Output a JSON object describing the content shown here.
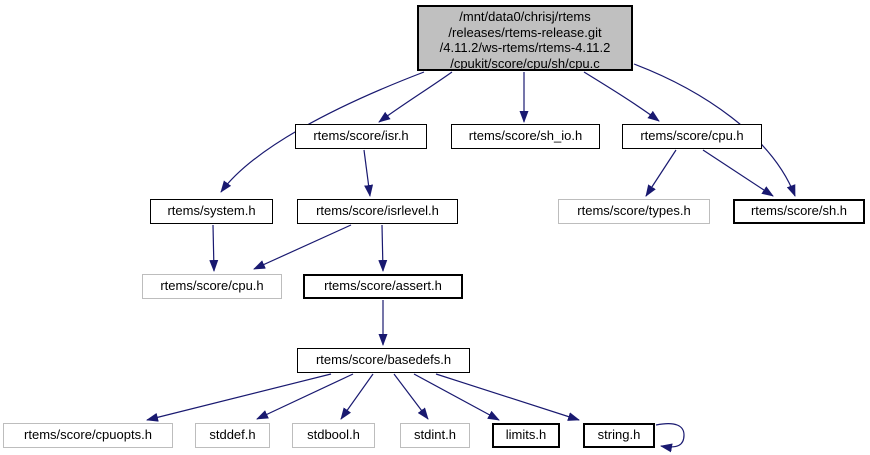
{
  "diagram": {
    "kind": "include-dependency-graph",
    "tool_style": "doxygen-graphviz"
  },
  "colors": {
    "background": "#ffffff",
    "edge": "#191970",
    "root_fill": "#c0c0c0",
    "node_border": "#000000",
    "external_node_border": "#bdbdbd",
    "text": "#000000"
  },
  "nodes": [
    {
      "id": "root",
      "label": "/mnt/data0/chrisj/rtems\n/releases/rtems-release.git\n/4.11.2/ws-rtems/rtems-4.11.2\n/cpukit/score/cpu/sh/cpu.c",
      "kind": "root"
    },
    {
      "id": "isr",
      "label": "rtems/score/isr.h",
      "kind": "internal"
    },
    {
      "id": "sh_io",
      "label": "rtems/score/sh_io.h",
      "kind": "internal"
    },
    {
      "id": "cpu_top",
      "label": "rtems/score/cpu.h",
      "kind": "internal"
    },
    {
      "id": "system",
      "label": "rtems/system.h",
      "kind": "internal"
    },
    {
      "id": "isrlevel",
      "label": "rtems/score/isrlevel.h",
      "kind": "internal"
    },
    {
      "id": "types",
      "label": "rtems/score/types.h",
      "kind": "external"
    },
    {
      "id": "sh",
      "label": "rtems/score/sh.h",
      "kind": "internal"
    },
    {
      "id": "cpu2",
      "label": "rtems/score/cpu.h",
      "kind": "external"
    },
    {
      "id": "assert",
      "label": "rtems/score/assert.h",
      "kind": "internal"
    },
    {
      "id": "basedefs",
      "label": "rtems/score/basedefs.h",
      "kind": "internal"
    },
    {
      "id": "cpuopts",
      "label": "rtems/score/cpuopts.h",
      "kind": "external"
    },
    {
      "id": "stddef",
      "label": "stddef.h",
      "kind": "external"
    },
    {
      "id": "stdbool",
      "label": "stdbool.h",
      "kind": "external"
    },
    {
      "id": "stdint",
      "label": "stdint.h",
      "kind": "external"
    },
    {
      "id": "limits",
      "label": "limits.h",
      "kind": "internal"
    },
    {
      "id": "string",
      "label": "string.h",
      "kind": "internal"
    }
  ],
  "edges": [
    {
      "from": "root",
      "to": "system"
    },
    {
      "from": "root",
      "to": "isr"
    },
    {
      "from": "root",
      "to": "sh_io"
    },
    {
      "from": "root",
      "to": "cpu_top"
    },
    {
      "from": "root",
      "to": "sh"
    },
    {
      "from": "isr",
      "to": "isrlevel"
    },
    {
      "from": "cpu_top",
      "to": "types"
    },
    {
      "from": "cpu_top",
      "to": "sh"
    },
    {
      "from": "system",
      "to": "cpu2"
    },
    {
      "from": "isrlevel",
      "to": "cpu2"
    },
    {
      "from": "isrlevel",
      "to": "assert"
    },
    {
      "from": "assert",
      "to": "basedefs"
    },
    {
      "from": "basedefs",
      "to": "cpuopts"
    },
    {
      "from": "basedefs",
      "to": "stddef"
    },
    {
      "from": "basedefs",
      "to": "stdbool"
    },
    {
      "from": "basedefs",
      "to": "stdint"
    },
    {
      "from": "basedefs",
      "to": "limits"
    },
    {
      "from": "basedefs",
      "to": "string"
    },
    {
      "from": "string",
      "to": "string"
    }
  ]
}
